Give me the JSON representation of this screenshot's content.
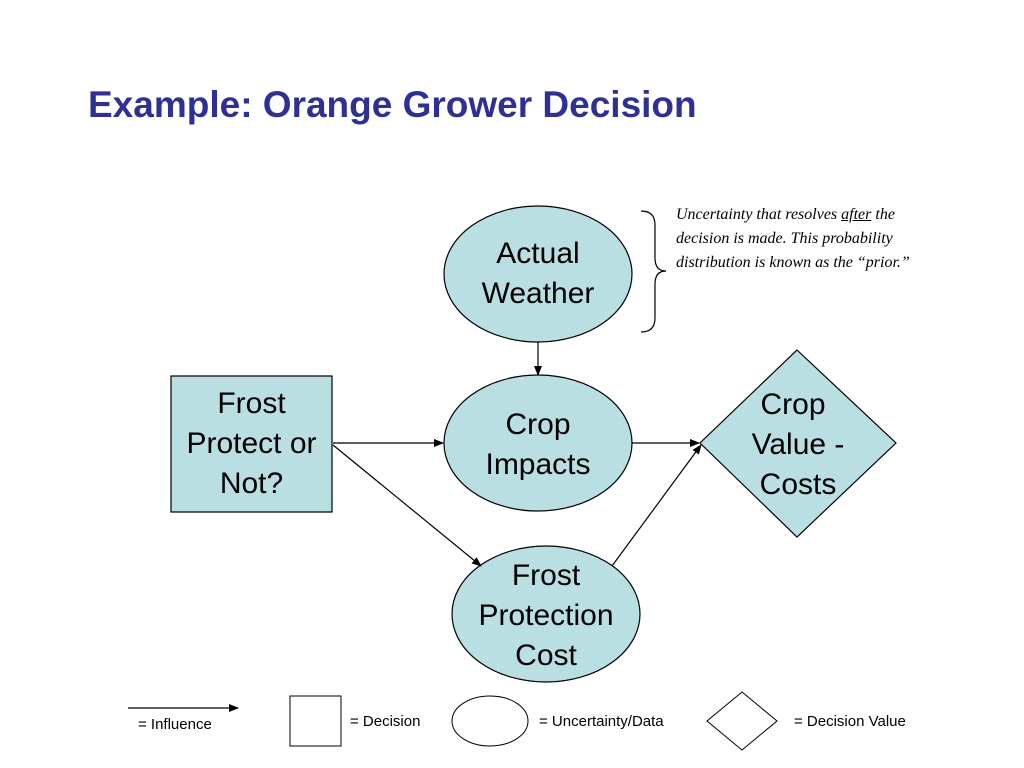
{
  "slide": {
    "title": "Example: Orange Grower Decision"
  },
  "nodes": {
    "actual_weather": {
      "line1": "Actual",
      "line2": "Weather",
      "kind": "uncertainty"
    },
    "frost_protect": {
      "line1": "Frost",
      "line2": "Protect or",
      "line3": "Not?",
      "kind": "decision"
    },
    "crop_impacts": {
      "line1": "Crop",
      "line2": "Impacts",
      "kind": "uncertainty"
    },
    "crop_value": {
      "line1": "Crop",
      "line2": "Value -",
      "line3": "Costs",
      "kind": "decision-value"
    },
    "frost_cost": {
      "line1": "Frost",
      "line2": "Protection",
      "line3": "Cost",
      "kind": "uncertainty"
    }
  },
  "annotation": {
    "before": "Uncertainty that resolves ",
    "emphasis": "after",
    "after": " the decision is made.  This probability distribution is known as the “prior.”"
  },
  "legend": {
    "influence": "= Influence",
    "decision": "=  Decision",
    "uncertainty": "= Uncertainty/Data",
    "decision_value": "= Decision Value"
  },
  "colors": {
    "title": "#2e3192",
    "node_fill": "#b9dfe3",
    "stroke": "#000000"
  }
}
